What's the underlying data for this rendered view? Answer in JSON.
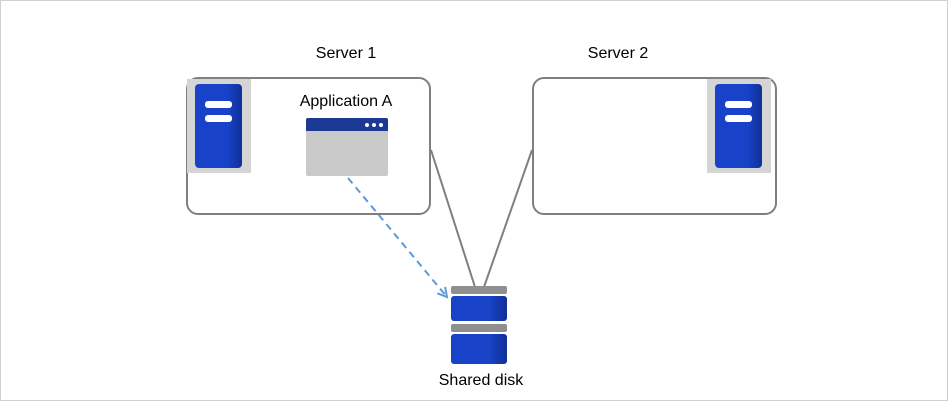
{
  "diagram": {
    "nodes": {
      "server1": {
        "label": "Server 1",
        "application": "Application A"
      },
      "server2": {
        "label": "Server 2"
      },
      "shared_disk": {
        "label": "Shared disk"
      }
    },
    "edges": [
      {
        "from": "Server 1",
        "to": "Shared disk",
        "style": "solid-line"
      },
      {
        "from": "Server 2",
        "to": "Shared disk",
        "style": "solid-line"
      },
      {
        "from": "Application A",
        "to": "Shared disk",
        "style": "dashed-arrow"
      }
    ],
    "icons": {
      "server1_icon": "server-tower-icon",
      "server2_icon": "server-tower-icon",
      "application_icon": "application-window-icon",
      "shared_disk_icon": "disk-stack-icon"
    },
    "colors": {
      "server_blue": "#1843c8",
      "titlebar_blue": "#1c3a94",
      "disk_blue": "#1843c8",
      "disk_cap_gray": "#8f8f8f",
      "panel_gray": "#d5d5d5",
      "window_gray": "#c9c9c9",
      "connector_gray": "#7f7f7f",
      "arrow_blue": "#5b9bd5",
      "border_gray": "#cfcfcf"
    }
  }
}
